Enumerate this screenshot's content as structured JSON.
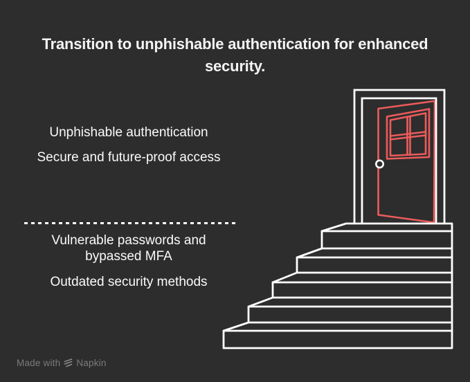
{
  "title": "Transition to unphishable authentication for enhanced\nsecurity.",
  "sections": {
    "future_state": {
      "items": [
        {
          "label": "Unphishable authentication"
        },
        {
          "label": "Secure and future-proof access"
        }
      ]
    },
    "legacy_state": {
      "items": [
        {
          "label": "Vulnerable passwords and\nbypassed MFA"
        },
        {
          "label": "Outdated security methods"
        }
      ]
    }
  },
  "illustration": {
    "name": "open-door-at-top-of-stairs",
    "parts": [
      "staircase",
      "door-frame",
      "open-door",
      "door-window",
      "door-knob"
    ]
  },
  "watermark": {
    "prefix": "Made with",
    "brand": "Napkin",
    "icon": "napkin-logo-icon"
  },
  "colors": {
    "bg": "#2d2d2d",
    "line": "#ffffff",
    "accent": "#ec5b5b",
    "title_text": "#f4f4f4",
    "body_text": "#fafafa",
    "watermark_text": "#7b7b7b"
  }
}
